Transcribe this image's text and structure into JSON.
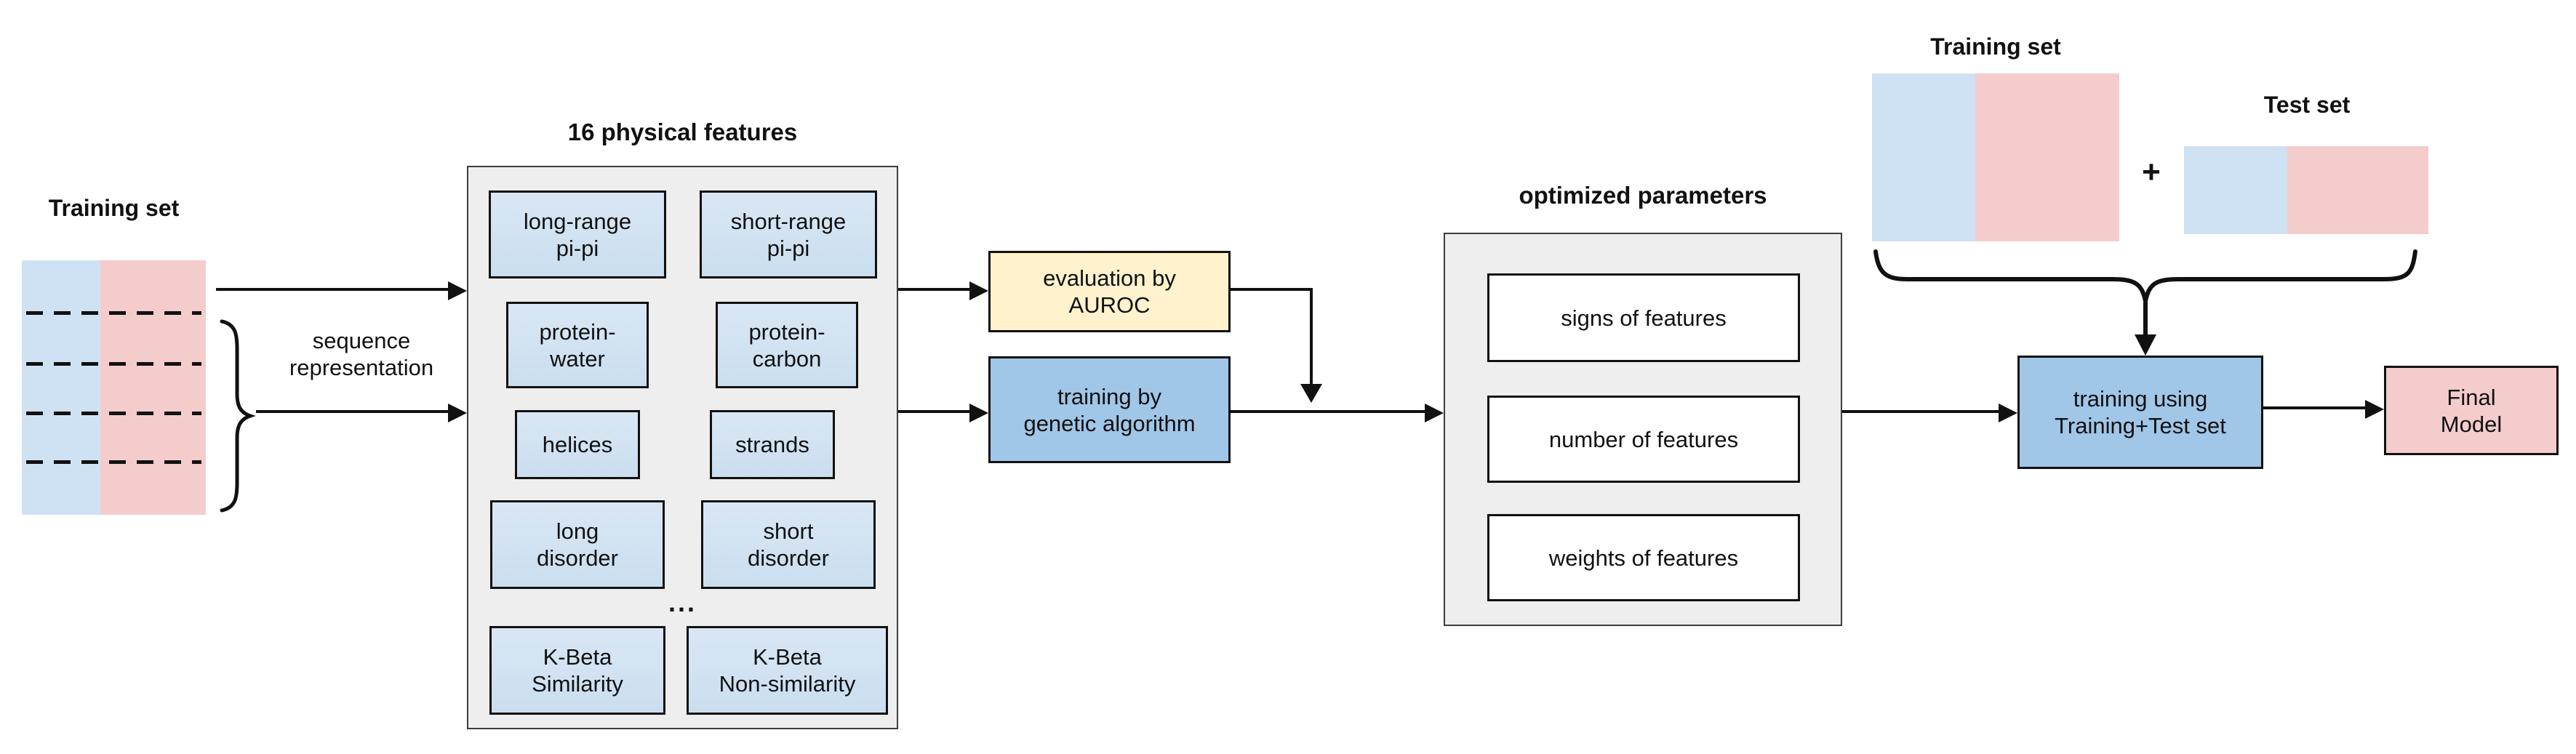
{
  "left_panel": {
    "training_set_label": "Training set",
    "sequence_representation_label": "sequence\nrepresentation"
  },
  "features_panel": {
    "title": "16 physical features",
    "ellipsis": "...",
    "boxes": [
      {
        "label": "long-range\npi-pi"
      },
      {
        "label": "short-range\npi-pi"
      },
      {
        "label": "protein-\nwater"
      },
      {
        "label": "protein-\ncarbon"
      },
      {
        "label": "helices"
      },
      {
        "label": "strands"
      },
      {
        "label": "long\ndisorder"
      },
      {
        "label": "short\ndisorder"
      },
      {
        "label": "K-Beta\nSimilarity"
      },
      {
        "label": "K-Beta\nNon-similarity"
      }
    ]
  },
  "process_panel": {
    "evaluation_box_label": "evaluation by\nAUROC",
    "genetic_training_box_label": "training by\ngenetic algorithm"
  },
  "optimized_panel": {
    "title": "optimized parameters",
    "boxes": [
      {
        "label": "signs of features"
      },
      {
        "label": "number of features"
      },
      {
        "label": "weights of features"
      }
    ]
  },
  "final_panel": {
    "training_set_label": "Training set",
    "plus_sign": "+",
    "test_set_label": "Test set",
    "training_box_label": "training using\nTraining+Test set",
    "final_model_label": "Final\nModel"
  },
  "colors": {
    "light_blue": "#cfe2f3",
    "light_pink": "#f4cccc",
    "medium_blue": "#a0c6e8",
    "cream": "#fff2cc",
    "panel_gray": "#eeeeee",
    "line_color": "#111111"
  }
}
